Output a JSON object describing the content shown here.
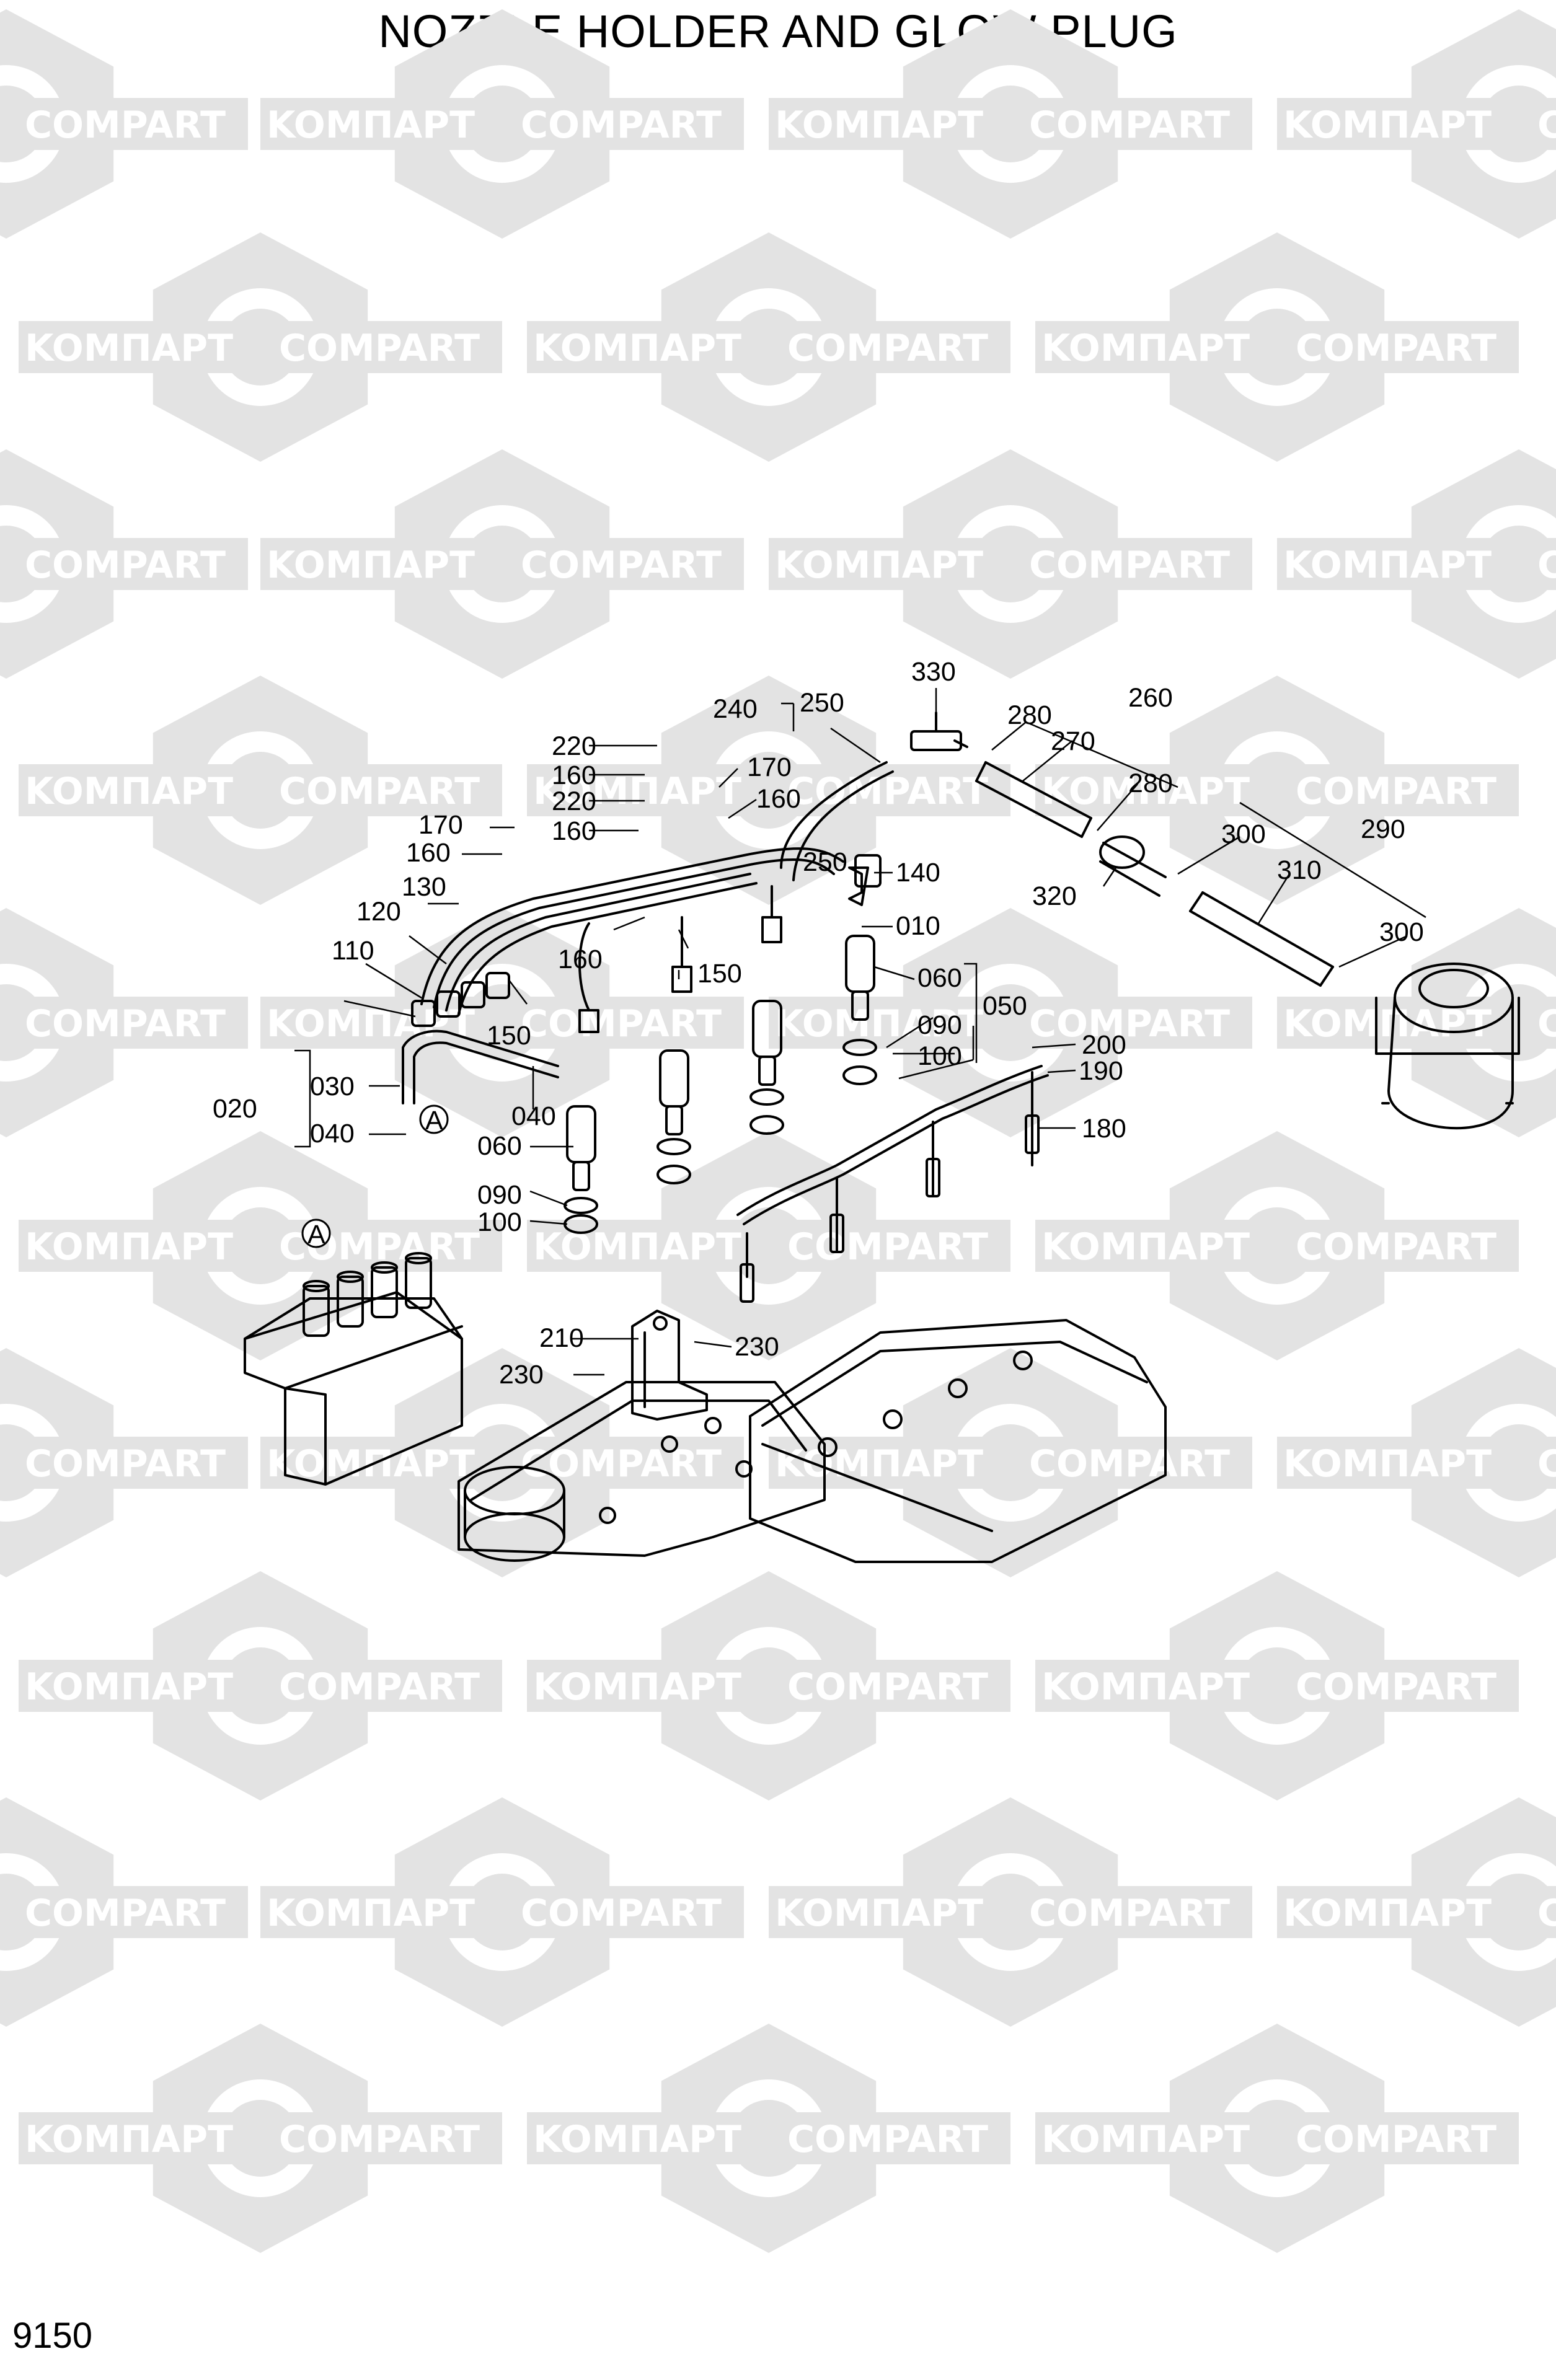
{
  "page": {
    "title": "NOZZLE HOLDER AND GLOW PLUG",
    "page_number": "9150"
  },
  "watermark": {
    "text_left": "KOMПAPT",
    "text_right": "COMPART",
    "color": "#e3e3e3"
  },
  "callouts": {
    "c010": "010",
    "c020": "020",
    "c030": "030",
    "c040a": "040",
    "c040b": "040",
    "c050": "050",
    "c060a": "060",
    "c060b": "060",
    "c090a": "090",
    "c090b": "090",
    "c100a": "100",
    "c100b": "100",
    "c110": "110",
    "c120": "120",
    "c130": "130",
    "c140": "140",
    "c150a": "150",
    "c150b": "150",
    "c160a": "160",
    "c160b": "160",
    "c160c": "160",
    "c160d": "160",
    "c160e": "160",
    "c170a": "170",
    "c170b": "170",
    "c180": "180",
    "c190": "190",
    "c200": "200",
    "c210": "210",
    "c220a": "220",
    "c220b": "220",
    "c230a": "230",
    "c230b": "230",
    "c240": "240",
    "c250a": "250",
    "c250b": "250",
    "c260": "260",
    "c270": "270",
    "c280a": "280",
    "c280b": "280",
    "c290": "290",
    "c300a": "300",
    "c300b": "300",
    "c310": "310",
    "c320": "320",
    "c330": "330",
    "markerA1": "A",
    "markerA2": "A"
  }
}
